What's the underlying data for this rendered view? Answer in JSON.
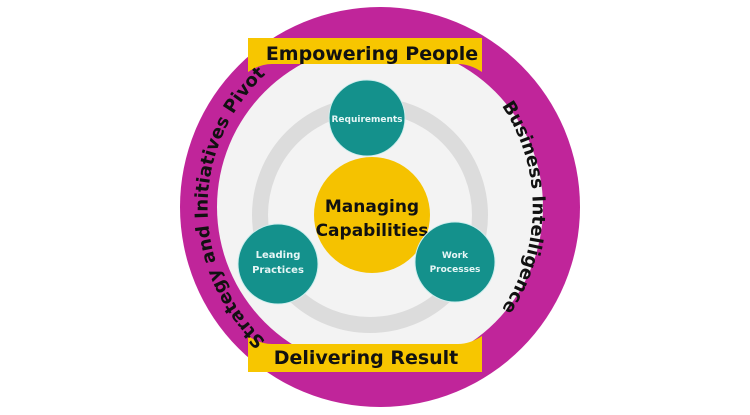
{
  "diagram": {
    "center": "Managing Capabilities",
    "center_lines": [
      "Managing",
      "Capabilities"
    ],
    "nodes": [
      {
        "id": "requirements",
        "lines": [
          "Requirements"
        ]
      },
      {
        "id": "leading-practices",
        "lines": [
          "Leading",
          "Practices"
        ]
      },
      {
        "id": "work-processes",
        "lines": [
          "Work",
          "Processes"
        ]
      }
    ],
    "top_banner": "Empowering People",
    "bottom_banner": "Delivering Result",
    "left_arc_text": "Strategy and Initiatives Pivot",
    "right_arc_text": "Business Intelligence"
  },
  "colors": {
    "ring": "#c0259a",
    "banner": "#f7c600",
    "center": "#f5c200",
    "node": "#14918c",
    "inner": "#f3f3f3",
    "track": "#dcdcdc",
    "text": "#111111"
  }
}
